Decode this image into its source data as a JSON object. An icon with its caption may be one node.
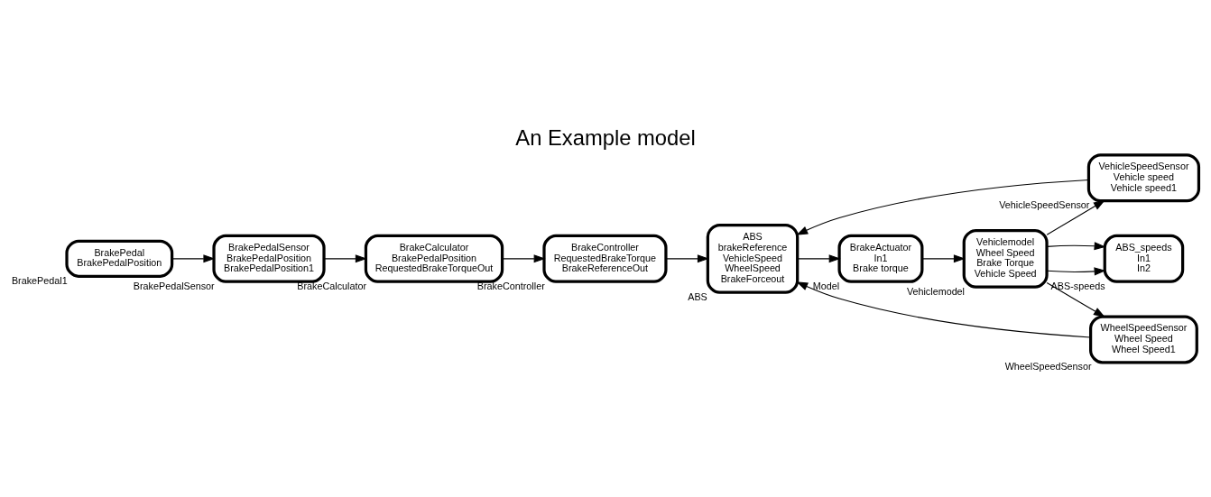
{
  "diagram": {
    "title": "An Example model",
    "nodes": [
      {
        "text": [
          "BrakePedal",
          "BrakePedalPosition"
        ],
        "beside": [
          "BrakePedal1"
        ]
      },
      {
        "text": [
          "BrakePedalSensor",
          "BrakePedalPosition",
          "BrakePedalPosition1"
        ],
        "beside": [
          "BrakePedalSensor"
        ]
      },
      {
        "text": [
          "BrakeCalculator",
          "BrakePedalPosition",
          "RequestedBrakeTorqueOut"
        ],
        "beside": [
          "BrakeCalculator"
        ]
      },
      {
        "text": [
          "BrakeController",
          "RequestedBrakeTorque",
          "BrakeReferenceOut"
        ],
        "beside": [
          "BrakeController"
        ]
      },
      {
        "text": [
          "VehicleSpeedSensor",
          "Vehicle speed",
          "Vehicle speed1"
        ],
        "beside": [
          "VehicleSpeedSensor"
        ]
      },
      {
        "text": [
          "WheelSpeedSensor",
          "Wheel Speed",
          "Wheel Speed1"
        ],
        "beside": [
          "WheelSpeedSensor"
        ]
      },
      {
        "text": [
          "ABS",
          "brakeReference",
          "VehicleSpeed",
          "WheelSpeed",
          "BrakeForceout"
        ],
        "beside": [
          "ABS"
        ]
      },
      {
        "text": [
          "BrakeActuator",
          "In1",
          "Brake torque"
        ],
        "beside": [
          "Model"
        ]
      },
      {
        "text": [
          "Vehiclemodel",
          "Wheel Speed",
          "Brake Torque",
          "Vehicle Speed"
        ],
        "beside": [
          "Vehiclemodel"
        ]
      },
      {
        "text": [
          "ABS_speeds",
          "In1",
          "In2"
        ],
        "beside": [
          "ABS-speeds"
        ]
      }
    ],
    "edges": [
      {
        "from": 0,
        "to": 1,
        "arrow": "to"
      },
      {
        "from": 1,
        "to": 2,
        "arrow": "to"
      },
      {
        "from": 2,
        "to": 3,
        "arrow": "to"
      },
      {
        "from": 3,
        "to": 6,
        "arrow": "to"
      },
      {
        "from": 4,
        "to": 6,
        "arrow": "to"
      },
      {
        "from": 5,
        "to": 6,
        "arrow": "to"
      },
      {
        "from": 6,
        "to": 7,
        "arrow": "to"
      },
      {
        "from": 7,
        "to": 8,
        "arrow": "to"
      },
      {
        "from": 8,
        "to": 5,
        "arrow": "to"
      },
      {
        "from": 8,
        "to": 9,
        "arrow": "to"
      },
      {
        "from": 8,
        "to": 4,
        "arrow": "to"
      },
      {
        "from": 8,
        "to": 9,
        "arrow": "to"
      }
    ]
  }
}
